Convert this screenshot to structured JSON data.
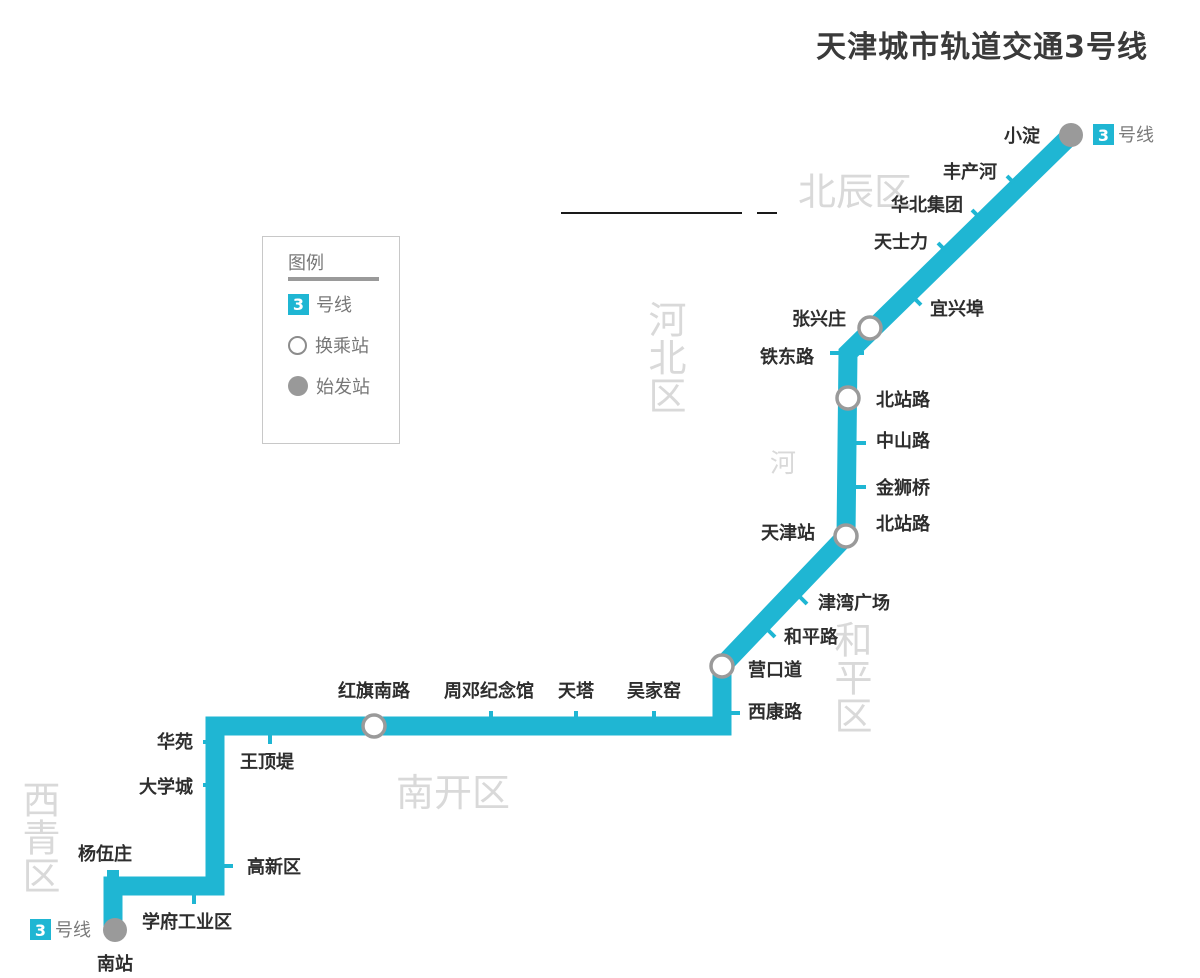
{
  "title": "天津城市轨道交通3号线",
  "line_color": "#1fb6d3",
  "terminal_color": "#9a9a9a",
  "legend": {
    "title": "图例",
    "line_number": "3",
    "line_label": "号线",
    "interchange_label": "换乘站",
    "terminal_label": "始发站"
  },
  "line_badge": {
    "number": "3",
    "label": "号线"
  },
  "districts": [
    "北辰区",
    "河北区",
    "河",
    "和平区",
    "南开区",
    "西青区"
  ],
  "stations": {
    "xiaodian": "小淀",
    "fengchanhe": "丰产河",
    "huabeijituan": "华北集团",
    "tianshili": "天士力",
    "yixingbu": "宜兴埠",
    "zhangxingzhuang": "张兴庄",
    "tiedonglu": "铁东路",
    "beizhanlu": "北站路",
    "zhongshanlu": "中山路",
    "jinshiqiao": "金狮桥",
    "tianjinzhan": "天津站",
    "beizhanlu2": "北站路",
    "jinwanguangchang": "津湾广场",
    "hepinglu": "和平路",
    "yingkoudao": "营口道",
    "xikanglu": "西康路",
    "wujiayao": "吴家窑",
    "tianta": "天塔",
    "zhoudengjinianguan": "周邓纪念馆",
    "hongqinanlu": "红旗南路",
    "wangdingdi": "王顶堤",
    "huayuan": "华苑",
    "daxuecheng": "大学城",
    "gaoxinqu": "高新区",
    "yangwuzhuang": "杨伍庄",
    "xuefugongyequ": "学府工业区",
    "nanzhan": "南站"
  }
}
